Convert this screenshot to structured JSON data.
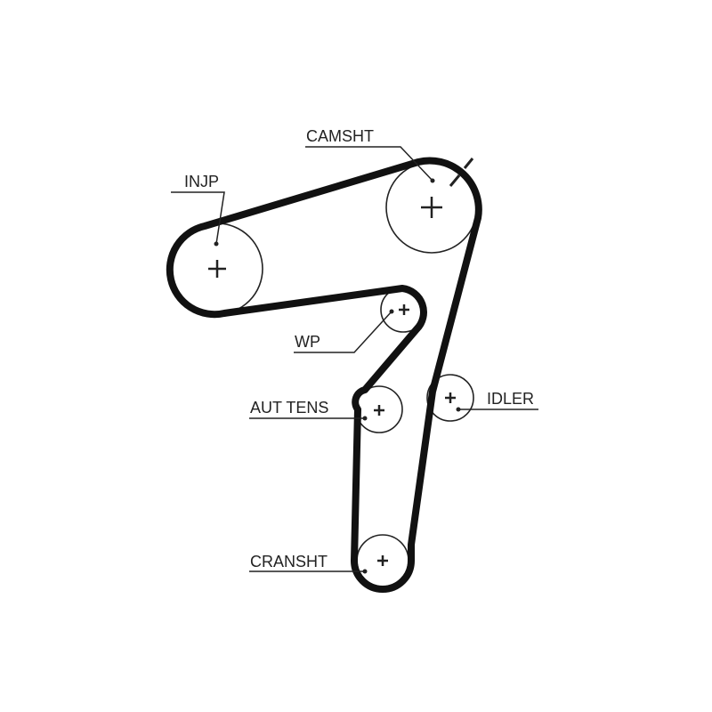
{
  "title": "Timing belt routing diagram",
  "colors": {
    "belt": "#111111",
    "line": "#222222",
    "background": "#ffffff"
  },
  "pulleys": [
    {
      "id": "camshaft",
      "label": "CAMSHT"
    },
    {
      "id": "injection-pump",
      "label": "INJP"
    },
    {
      "id": "water-pump",
      "label": "WP"
    },
    {
      "id": "auto-tensioner",
      "label": "AUT TENS"
    },
    {
      "id": "idler",
      "label": "IDLER"
    },
    {
      "id": "crankshaft",
      "label": "CRANSHT"
    }
  ]
}
